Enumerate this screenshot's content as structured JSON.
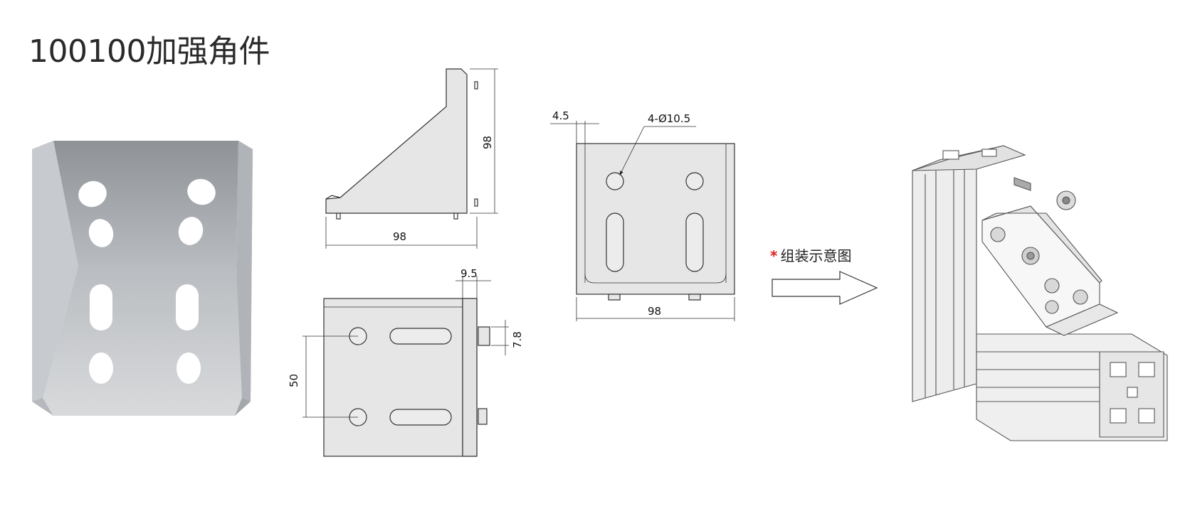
{
  "title": "100100加强角件",
  "dimensions": {
    "side_height": "98",
    "side_width": "98",
    "top_offset": "9.5",
    "pin_size": "7.8",
    "hole_spacing": "50",
    "edge_offset": "4.5",
    "hole_spec": "4-Ø10.5",
    "front_width": "98"
  },
  "assembly": {
    "star": "*",
    "label": "组装示意图"
  },
  "colors": {
    "part_fill": "#e6e6e6",
    "line": "#333333",
    "accent": "#e0201e"
  }
}
